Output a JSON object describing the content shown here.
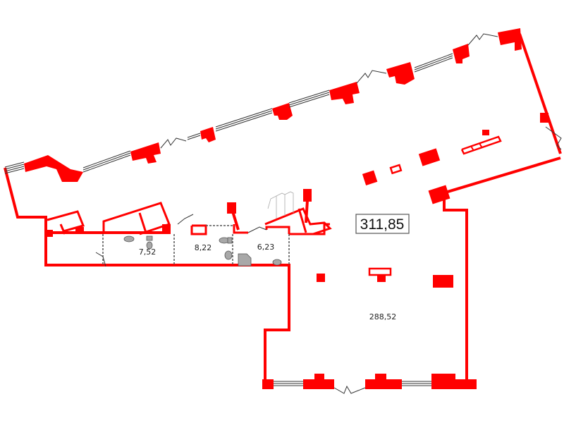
{
  "plan": {
    "total_area": "311,85",
    "rooms": [
      {
        "id": "wc-1",
        "area": "7,52"
      },
      {
        "id": "wc-2",
        "area": "8,22"
      },
      {
        "id": "wc-3",
        "area": "6,23"
      },
      {
        "id": "main-hall",
        "area": "288,52"
      }
    ],
    "colors": {
      "wall": "#ff0000",
      "window": "#333333",
      "fixture": "#a8a8a8",
      "background": "#ffffff"
    }
  }
}
